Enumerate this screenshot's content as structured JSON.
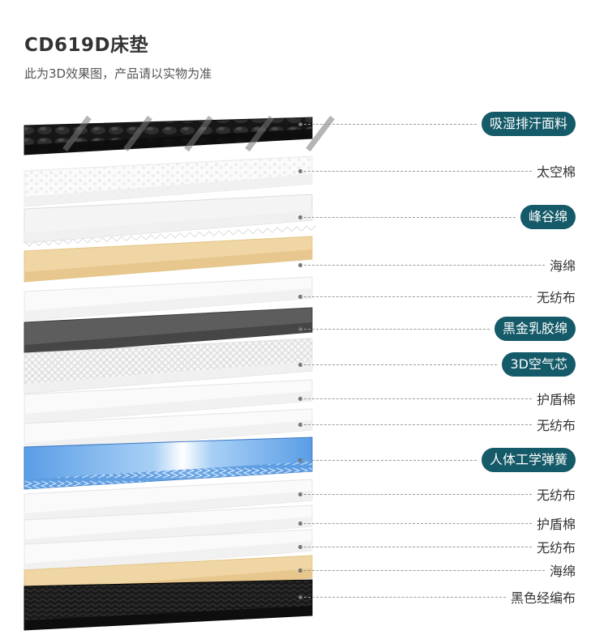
{
  "title": "CD619D床垫",
  "subtitle": "此为3D效果图，产品请以实物为准",
  "colors": {
    "accent": "#155a68",
    "foam_beige": "#f1d8a8",
    "latex_dark": "#5a5a5a",
    "spring_blue": "#4a8fd6",
    "knit_black": "#1c1c1c"
  },
  "layers": [
    {
      "label": "吸湿排汗面料",
      "highlight": true,
      "material": "black-quilted"
    },
    {
      "label": "太空棉",
      "highlight": false,
      "material": "white-fluffy"
    },
    {
      "label": "峰谷绵",
      "highlight": true,
      "material": "egg-crate"
    },
    {
      "label": "海绵",
      "highlight": false,
      "material": "beige-foam"
    },
    {
      "label": "无纺布",
      "highlight": false,
      "material": "white-sheet"
    },
    {
      "label": "黑金乳胶绵",
      "highlight": true,
      "material": "dark-latex"
    },
    {
      "label": "3D空气芯",
      "highlight": true,
      "material": "air-mesh"
    },
    {
      "label": "护盾棉",
      "highlight": false,
      "material": "white-sheet"
    },
    {
      "label": "无纺布",
      "highlight": false,
      "material": "white-sheet"
    },
    {
      "label": "人体工学弹簧",
      "highlight": true,
      "material": "spring-unit"
    },
    {
      "label": "无纺布",
      "highlight": false,
      "material": "white-sheet"
    },
    {
      "label": "护盾棉",
      "highlight": false,
      "material": "white-sheet"
    },
    {
      "label": "无纺布",
      "highlight": false,
      "material": "white-sheet"
    },
    {
      "label": "海绵",
      "highlight": false,
      "material": "beige-foam"
    },
    {
      "label": "黑色经编布",
      "highlight": false,
      "material": "black-knit"
    }
  ]
}
